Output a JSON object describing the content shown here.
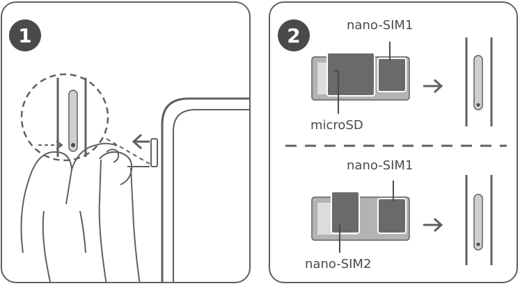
{
  "step1": {
    "number": "1"
  },
  "step2": {
    "number": "2",
    "top": {
      "card_label_1": "nano-SIM1",
      "card_label_2": "microSD"
    },
    "bottom": {
      "card_label_1": "nano-SIM1",
      "card_label_2": "nano-SIM2"
    }
  },
  "colors": {
    "stroke": "#5f5f5f",
    "dark": "#4a4a4a",
    "tray": "#b3b3b3",
    "card": "#6a6a6a"
  }
}
